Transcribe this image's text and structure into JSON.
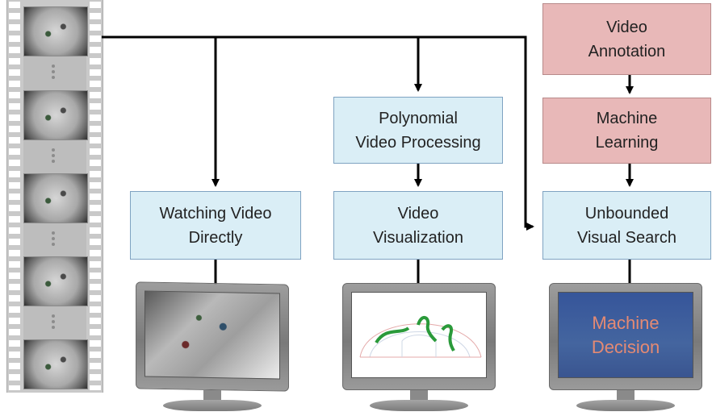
{
  "boxes": {
    "watching": {
      "line1": "Watching Video",
      "line2": "Directly"
    },
    "polynomial": {
      "line1": "Polynomial",
      "line2": "Video Processing"
    },
    "visualization": {
      "line1": "Video",
      "line2": "Visualization"
    },
    "annotation": {
      "line1": "Video",
      "line2": "Annotation"
    },
    "learning": {
      "line1": "Machine",
      "line2": "Learning"
    },
    "search": {
      "line1": "Unbounded",
      "line2": "Visual Search"
    }
  },
  "monitors": {
    "decision": {
      "line1": "Machine",
      "line2": "Decision"
    }
  },
  "colors": {
    "process_box": "#daeef6",
    "learning_box": "#e8b8b8",
    "arrow": "#000000",
    "decision_screen": "#3d5a9a",
    "decision_text": "#e58a73"
  },
  "icons": [
    "film-strip-icon",
    "monitor-icon"
  ]
}
